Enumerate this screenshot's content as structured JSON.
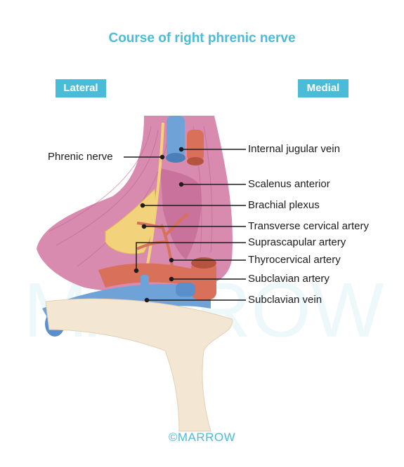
{
  "title": "Course of right phrenic nerve",
  "side_labels": {
    "lateral": "Lateral",
    "medial": "Medial"
  },
  "labels": {
    "phrenic_nerve": "Phrenic nerve",
    "internal_jugular_vein": "Internal jugular vein",
    "scalenus_anterior": "Scalenus anterior",
    "brachial_plexus": "Brachial plexus",
    "transverse_cervical_artery": "Transverse cervical artery",
    "suprascapular_artery": "Suprascapular artery",
    "thyrocervical_artery": "Thyrocervical artery",
    "subclavian_artery": "Subclavian artery",
    "subclavian_vein": "Subclavian vein"
  },
  "watermark": "MARROW",
  "footer": "©MARROW",
  "colors": {
    "accent": "#4BBCD8",
    "muscle": "#D98BAF",
    "artery": "#D9705A",
    "vein": "#6FA3D8",
    "nerve": "#F2D27A",
    "clavicle": "#F3E6D3"
  }
}
